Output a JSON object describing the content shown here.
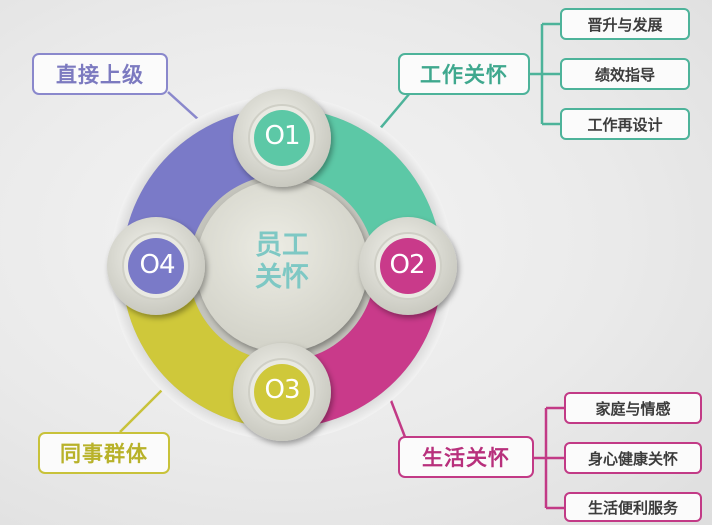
{
  "center": {
    "line1": "员工",
    "line2": "关怀"
  },
  "segments": [
    {
      "number": "O1",
      "color": "#5cc8a6"
    },
    {
      "number": "O2",
      "color": "#c93a8a"
    },
    {
      "number": "O3",
      "color": "#cfc83a"
    },
    {
      "number": "O4",
      "color": "#7a7ac8"
    }
  ],
  "categories": {
    "direct_superior": {
      "label": "直接上级",
      "color": "#8a88cc"
    },
    "work_care": {
      "label": "工作关怀",
      "color": "#4db39a",
      "items": [
        "晋升与发展",
        "绩效指导",
        "工作再设计"
      ]
    },
    "colleagues": {
      "label": "同事群体",
      "color": "#c8c23a"
    },
    "life_care": {
      "label": "生活关怀",
      "color": "#c23a86",
      "items": [
        "家庭与情感",
        "身心健康关怀",
        "生活便利服务"
      ]
    }
  }
}
